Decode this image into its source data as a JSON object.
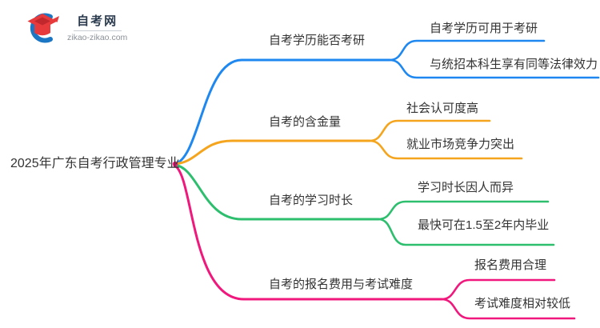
{
  "logo": {
    "title": "自考网",
    "domain": "zikao-zikao.com",
    "icon": "graduation-cap-crescent-icon",
    "colors": {
      "crescent_blue": "#1b76c4",
      "cap_red": "#e63a3c",
      "cap_dark_red": "#c0282d",
      "title_navy": "#2b3b4e",
      "domain_gray": "#8b9198"
    }
  },
  "mindmap": {
    "root": "2025年广东自考行政管理专业",
    "text_color": "#333333",
    "branches": [
      {
        "label": "自考学历能否考研",
        "color": "#1e88f0",
        "children": [
          "自考学历可用于考研",
          "与统招本科生享有同等法律效力"
        ]
      },
      {
        "label": "自考的含金量",
        "color": "#f5a51d",
        "children": [
          "社会认可度高",
          "就业市场竞争力突出"
        ]
      },
      {
        "label": "自考的学习时长",
        "color": "#2dbe6e",
        "children": [
          "学习时长因人而异",
          "最快可在1.5至2年内毕业"
        ]
      },
      {
        "label": "自考的报名费用与考试难度",
        "color": "#f0187c",
        "children": [
          "报名费用合理",
          "考试难度相对较低"
        ]
      }
    ]
  }
}
